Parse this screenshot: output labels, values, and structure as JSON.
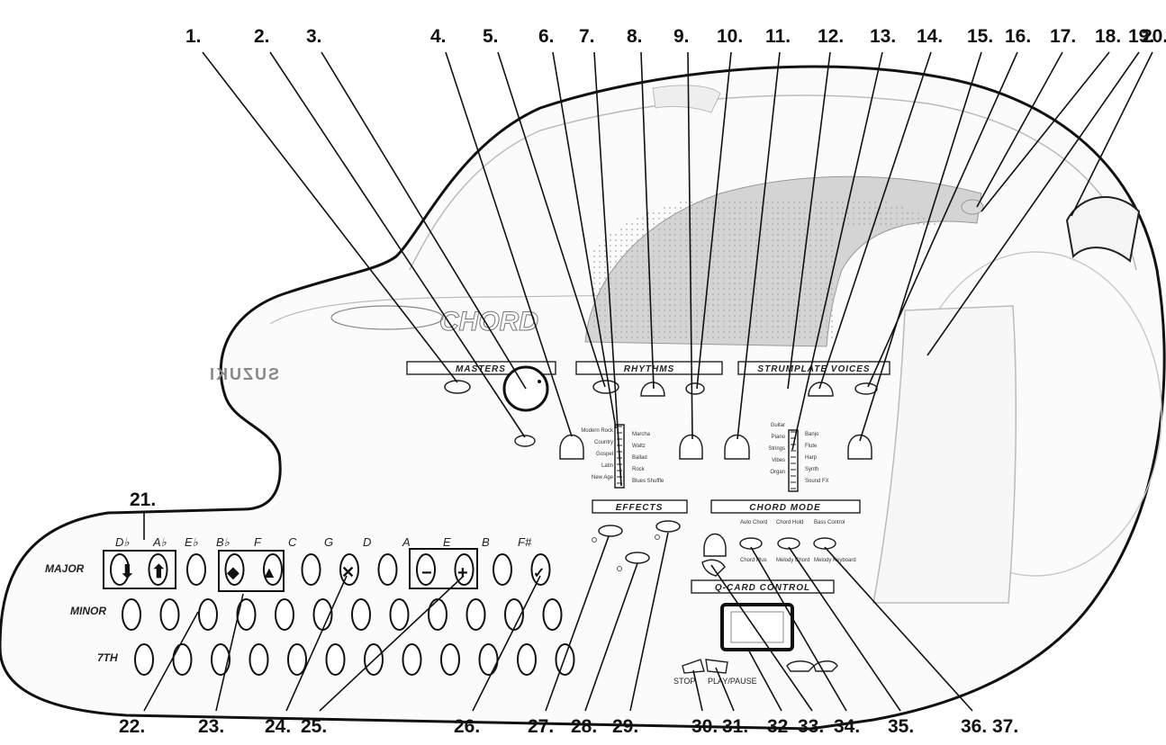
{
  "callouts": {
    "top": [
      "1.",
      "2.",
      "3.",
      "4.",
      "5.",
      "6.",
      "7.",
      "8.",
      "9.",
      "10.",
      "11.",
      "12.",
      "13.",
      "14.",
      "15.",
      "16.",
      "17.",
      "18.",
      "19.",
      "20."
    ],
    "left": "21.",
    "bottom": [
      "22.",
      "23.",
      "24.",
      "25.",
      "26.",
      "27.",
      "28.",
      "29.",
      "30.",
      "31.",
      "32",
      "33.",
      "34.",
      "35.",
      "36.",
      "37."
    ]
  },
  "panel": {
    "logo_text": "CHORD",
    "brand_text": "SUZUKI",
    "sections": {
      "masters": "MASTERS",
      "rhythms": "RHYTHMS",
      "strumplate_voices": "STRUMPLATE VOICES",
      "effects": "EFFECTS",
      "chord_mode": "CHORD MODE",
      "qcard_control": "Q-CARD CONTROL"
    },
    "rhythm_list_left": [
      "Modern Rock",
      "Country",
      "Gospel",
      "Latin",
      "New Age"
    ],
    "rhythm_list_right": [
      "Marcha",
      "Waltz",
      "Ballad",
      "Rock",
      "Blues Shuffle"
    ],
    "voice_list_left": [
      "Guitar",
      "Piano",
      "Strings",
      "Vibes",
      "Organ"
    ],
    "voice_list_right": [
      "Banjo",
      "Flute",
      "Harp",
      "Synth",
      "Sound FX"
    ],
    "chord_mode_labels": [
      "Auto Chord",
      "Chord Hold",
      "Bass Control",
      "Chord Plus",
      "Melody Chord",
      "Melody Keyboard"
    ],
    "transport": {
      "stop": "STOP",
      "play_pause": "PLAY/PAUSE"
    }
  },
  "chord_buttons": {
    "row_labels": [
      "MAJOR",
      "MINOR",
      "7TH"
    ],
    "keys": [
      "D♭",
      "A♭",
      "E♭",
      "B♭",
      "F",
      "C",
      "G",
      "D",
      "A",
      "E",
      "B",
      "F#"
    ]
  }
}
